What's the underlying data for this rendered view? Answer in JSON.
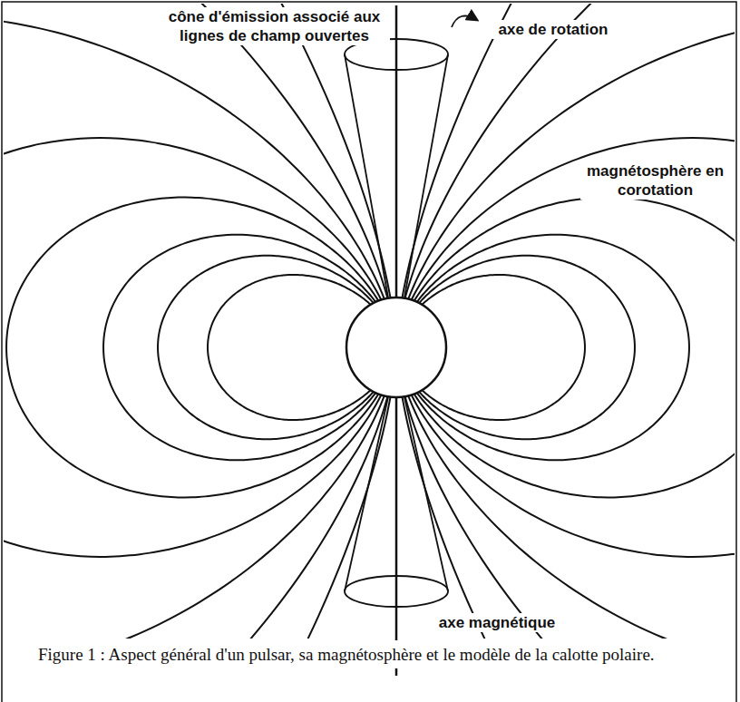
{
  "diagram": {
    "caption": "Figure 1 : Aspect général d'un pulsar, sa magnétosphère et le modèle de la calotte polaire.",
    "labels": [
      "cône d'émission associé aux lignes de champ ouvertes",
      "axe de rotation",
      "magnétosphère en corotation",
      "axe magnétique"
    ]
  }
}
